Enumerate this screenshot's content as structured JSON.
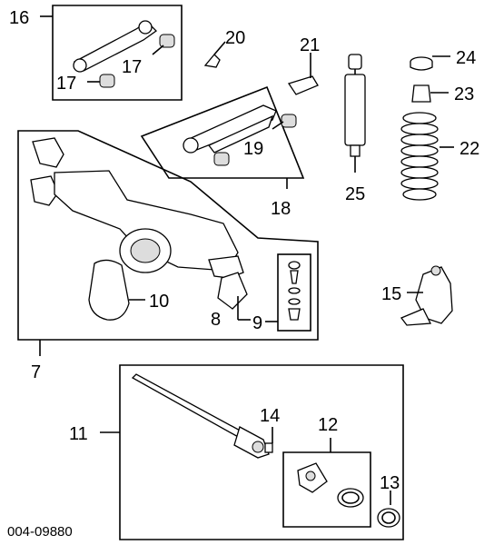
{
  "diagram": {
    "callouts": {
      "c16": "16",
      "c17a": "17",
      "c17b": "17",
      "c20": "20",
      "c21": "21",
      "c24": "24",
      "c23": "23",
      "c22": "22",
      "c19": "19",
      "c18": "18",
      "c25": "25",
      "c10": "10",
      "c8": "8",
      "c9": "9",
      "c7": "7",
      "c15": "15",
      "c11": "11",
      "c14": "14",
      "c12": "12",
      "c13": "13"
    },
    "code": "004-09880"
  }
}
